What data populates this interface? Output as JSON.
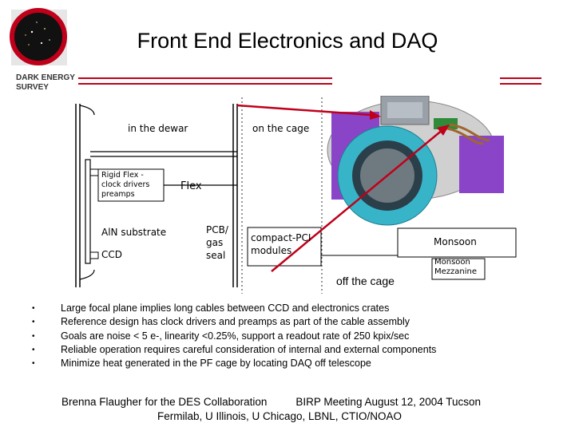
{
  "slide": {
    "title": "Front End Electronics and DAQ",
    "org_name_line1": "DARK ENERGY",
    "org_name_line2": "SURVEY"
  },
  "diagram": {
    "label_in_dewar": "in the dewar",
    "label_on_cage": "on the cage",
    "label_rigid_flex_1": "Rigid Flex -",
    "label_rigid_flex_2": "clock drivers",
    "label_rigid_flex_3": "preamps",
    "label_flex": "Flex",
    "label_pcb_1": "PCB/",
    "label_pcb_2": "gas",
    "label_pcb_3": "seal",
    "label_compact_pci_1": "compact-PCI",
    "label_compact_pci_2": "modules",
    "label_aln": "AlN substrate",
    "label_ccd": "CCD",
    "label_monsoon": "Monsoon",
    "label_mezz_1": "Monsoon",
    "label_mezz_2": "Mezzanine",
    "label_off_cage": "off the cage",
    "colors": {
      "accent_red": "#c0001a",
      "purple": "#8a44c8",
      "teal": "#38b4c8"
    }
  },
  "bullets": [
    "Large focal plane implies long cables between CCD and electronics crates",
    "Reference design has clock drivers and preamps as part of the cable assembly",
    "Goals are noise < 5 e-, linearity <0.25%, support a readout rate of 250 kpix/sec",
    "Reliable operation requires careful consideration of internal and external components",
    "Minimize heat generated in the PF cage by locating DAQ off telescope"
  ],
  "footer": {
    "author": "Brenna Flaugher for the DES Collaboration",
    "meeting": "BIRP Meeting August 12, 2004 Tucson",
    "institutions": "Fermilab, U Illinois, U Chicago, LBNL, CTIO/NOAO"
  }
}
